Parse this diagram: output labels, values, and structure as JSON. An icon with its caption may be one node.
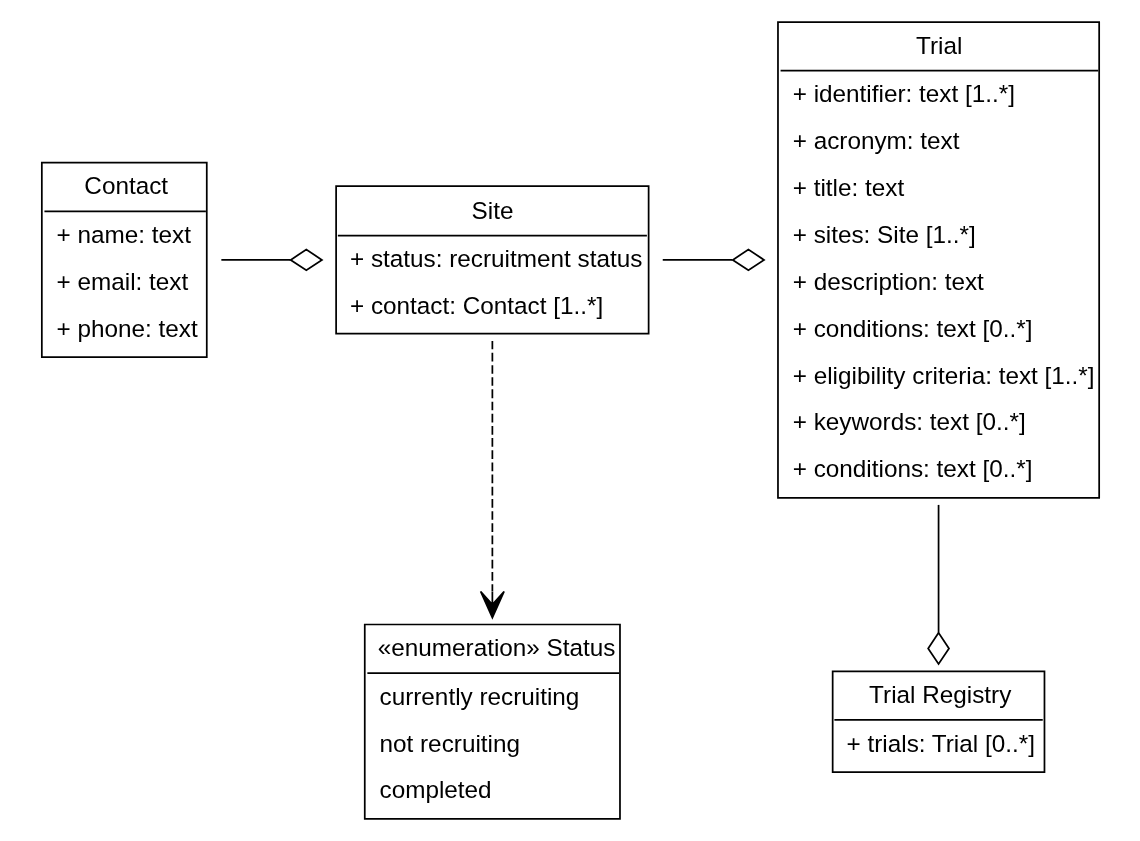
{
  "diagram": {
    "nodes": [
      {
        "text": [
          "Trial Registry",
          "+ trials: Trial [0..*]"
        ]
      },
      {
        "text": [
          "Trial",
          "+ identifier: text [1..*]",
          "+ acronym: text",
          "+ title: text",
          "+ sites: Site [1..*]",
          "+ description: text",
          "+ conditions: text [0..*]",
          "+ eligibility criteria: text [1..*]",
          "+ keywords: text [0..*]",
          "+ conditions: text [0..*]"
        ]
      },
      {
        "text": [
          "Site",
          "+ status: recruitment status",
          "+ contact: Contact [1..*]"
        ]
      },
      {
        "text": [
          "Contact",
          "+ name: text",
          "+ email: text",
          "+ phone: text"
        ]
      },
      {
        "text": [
          "«enumeration» Status",
          "currently recruiting",
          "not recruiting",
          "completed"
        ]
      }
    ],
    "edges": [
      {
        "from": 1,
        "to": 0,
        "arrow": "other"
      },
      {
        "from": 2,
        "to": 1,
        "arrow": "other"
      },
      {
        "from": 3,
        "to": 2,
        "arrow": "other"
      },
      {
        "from": 2,
        "to": 4,
        "arrow": "to",
        "style": "dashed"
      }
    ]
  }
}
